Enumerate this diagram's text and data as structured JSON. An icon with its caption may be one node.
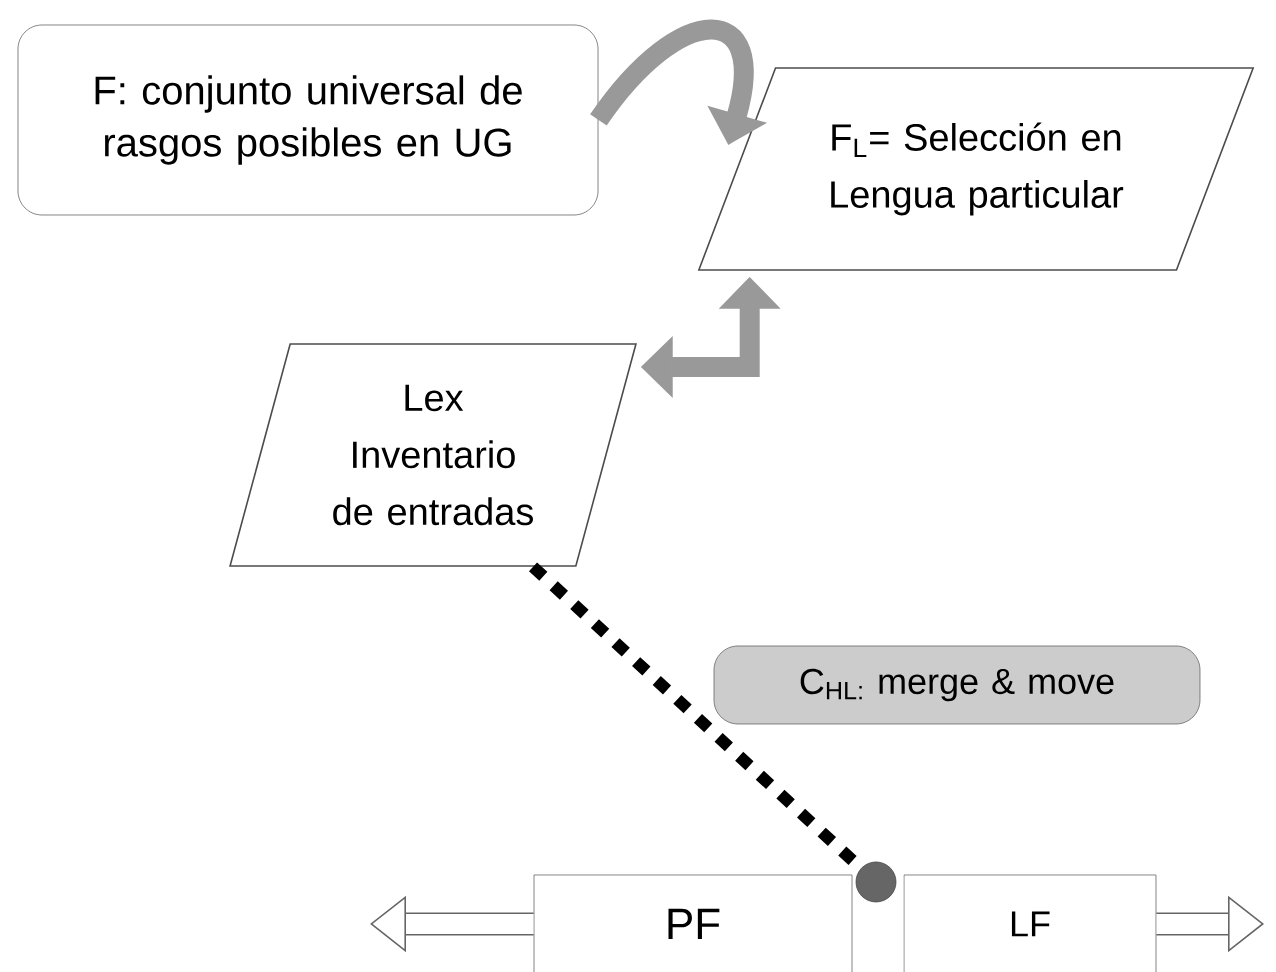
{
  "diagram": {
    "nodes": [
      {
        "text": [
          "F: conjunto universal de rasgos posibles en UG"
        ]
      },
      {
        "text": [
          "F$_{L}$= Selección en Lengua particular"
        ]
      },
      {
        "text": [
          "Lex Inventario de entradas"
        ]
      },
      {
        "text": [
          "C$_{HL:}$ merge & move"
        ]
      },
      {
        "text": [
          "PF"
        ]
      },
      {
        "text": [
          "LF"
        ]
      },
      {
        "text": [],
        "shape": "circle"
      }
    ],
    "edges": [
      {
        "from": 0,
        "to": 1,
        "arrow": "to",
        "color": "#999999"
      },
      {
        "from": 1,
        "to": 2,
        "arrow": "both",
        "color": "#999999"
      },
      {
        "from": 2,
        "to": 6,
        "arrow": "none",
        "style": "dashed",
        "color": "#000000"
      },
      {
        "from": 4,
        "to": null,
        "arrow": "to"
      },
      {
        "from": 5,
        "to": null,
        "arrow": "to"
      }
    ]
  }
}
